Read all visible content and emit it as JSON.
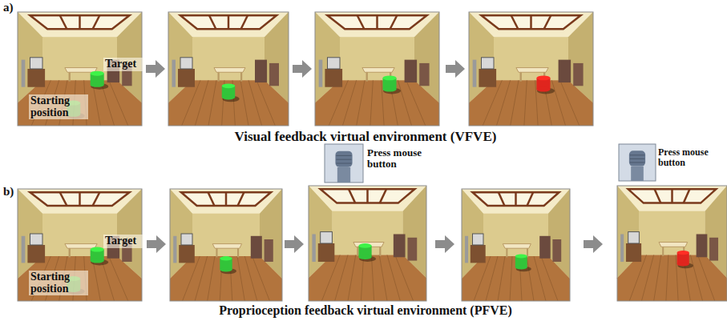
{
  "diagram": {
    "labels": [
      "a)",
      "Starting position",
      "Target",
      "Visual feedback virtual environment (VFVE)",
      "b)",
      "Starting position",
      "Target",
      "Press mouse button",
      "Press mouse button",
      "Proprioception feedback virtual environment (PFVE)"
    ]
  }
}
